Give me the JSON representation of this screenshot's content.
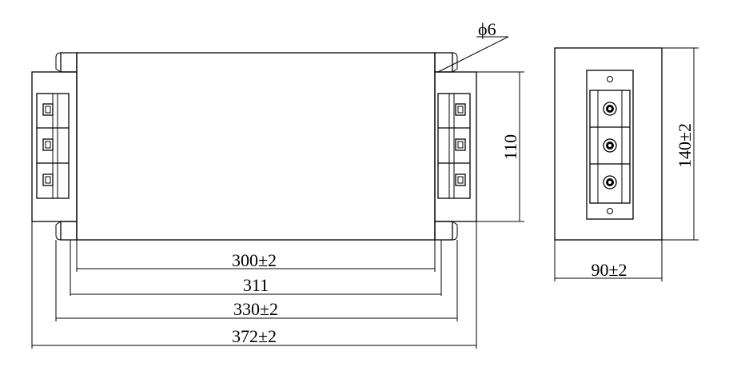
{
  "dimensions": {
    "phi_hole": "ϕ6",
    "height_side": "110",
    "height_end": "140±2",
    "body_length": "300±2",
    "mount_pitch": "311",
    "flange_length": "330±2",
    "overall_length": "372±2",
    "end_width": "90±2"
  }
}
